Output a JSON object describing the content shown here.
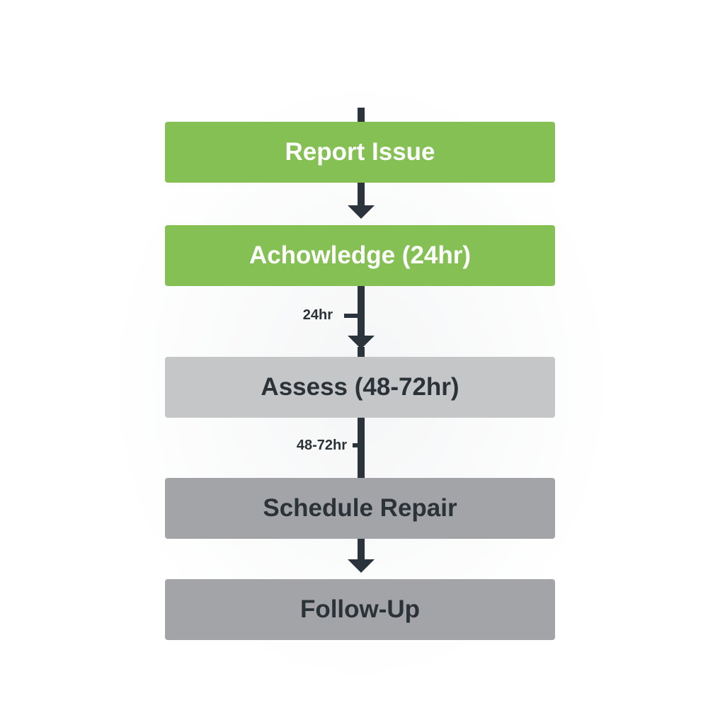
{
  "colors": {
    "green_box": "#84c053",
    "light_gray_box": "#c4c6c8",
    "gray_box": "#a2a4a7",
    "connector": "#2b343c",
    "text_on_green": "#ffffff",
    "text_on_gray": "#2b3238"
  },
  "steps": [
    {
      "label": "Report Issue",
      "style": "green"
    },
    {
      "label": "Achowledge (24hr)",
      "style": "green"
    },
    {
      "label": "Assess (48-72hr)",
      "style": "light-gray"
    },
    {
      "label": "Schedule Repair",
      "style": "gray"
    },
    {
      "label": "Follow-Up",
      "style": "gray"
    }
  ],
  "edge_labels": {
    "acknowledge_to_assess": "24hr",
    "assess_to_schedule": "48-72hr"
  }
}
